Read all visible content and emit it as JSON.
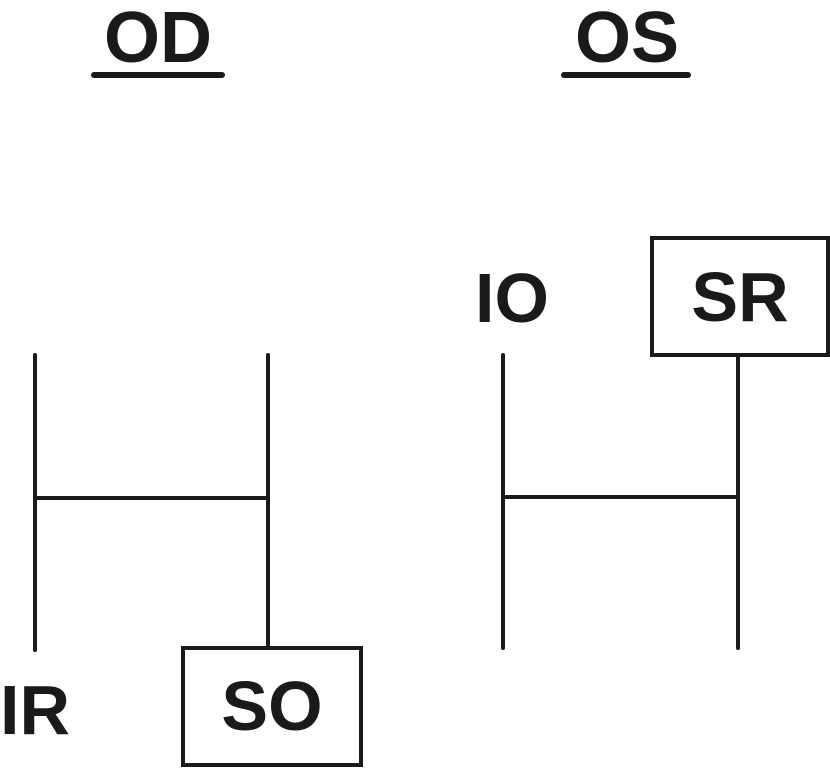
{
  "diagram": {
    "left": {
      "title": "OD",
      "left_label": "IR",
      "boxed_label": "SO"
    },
    "right": {
      "title": "OS",
      "left_label": "IO",
      "boxed_label": "SR"
    }
  }
}
